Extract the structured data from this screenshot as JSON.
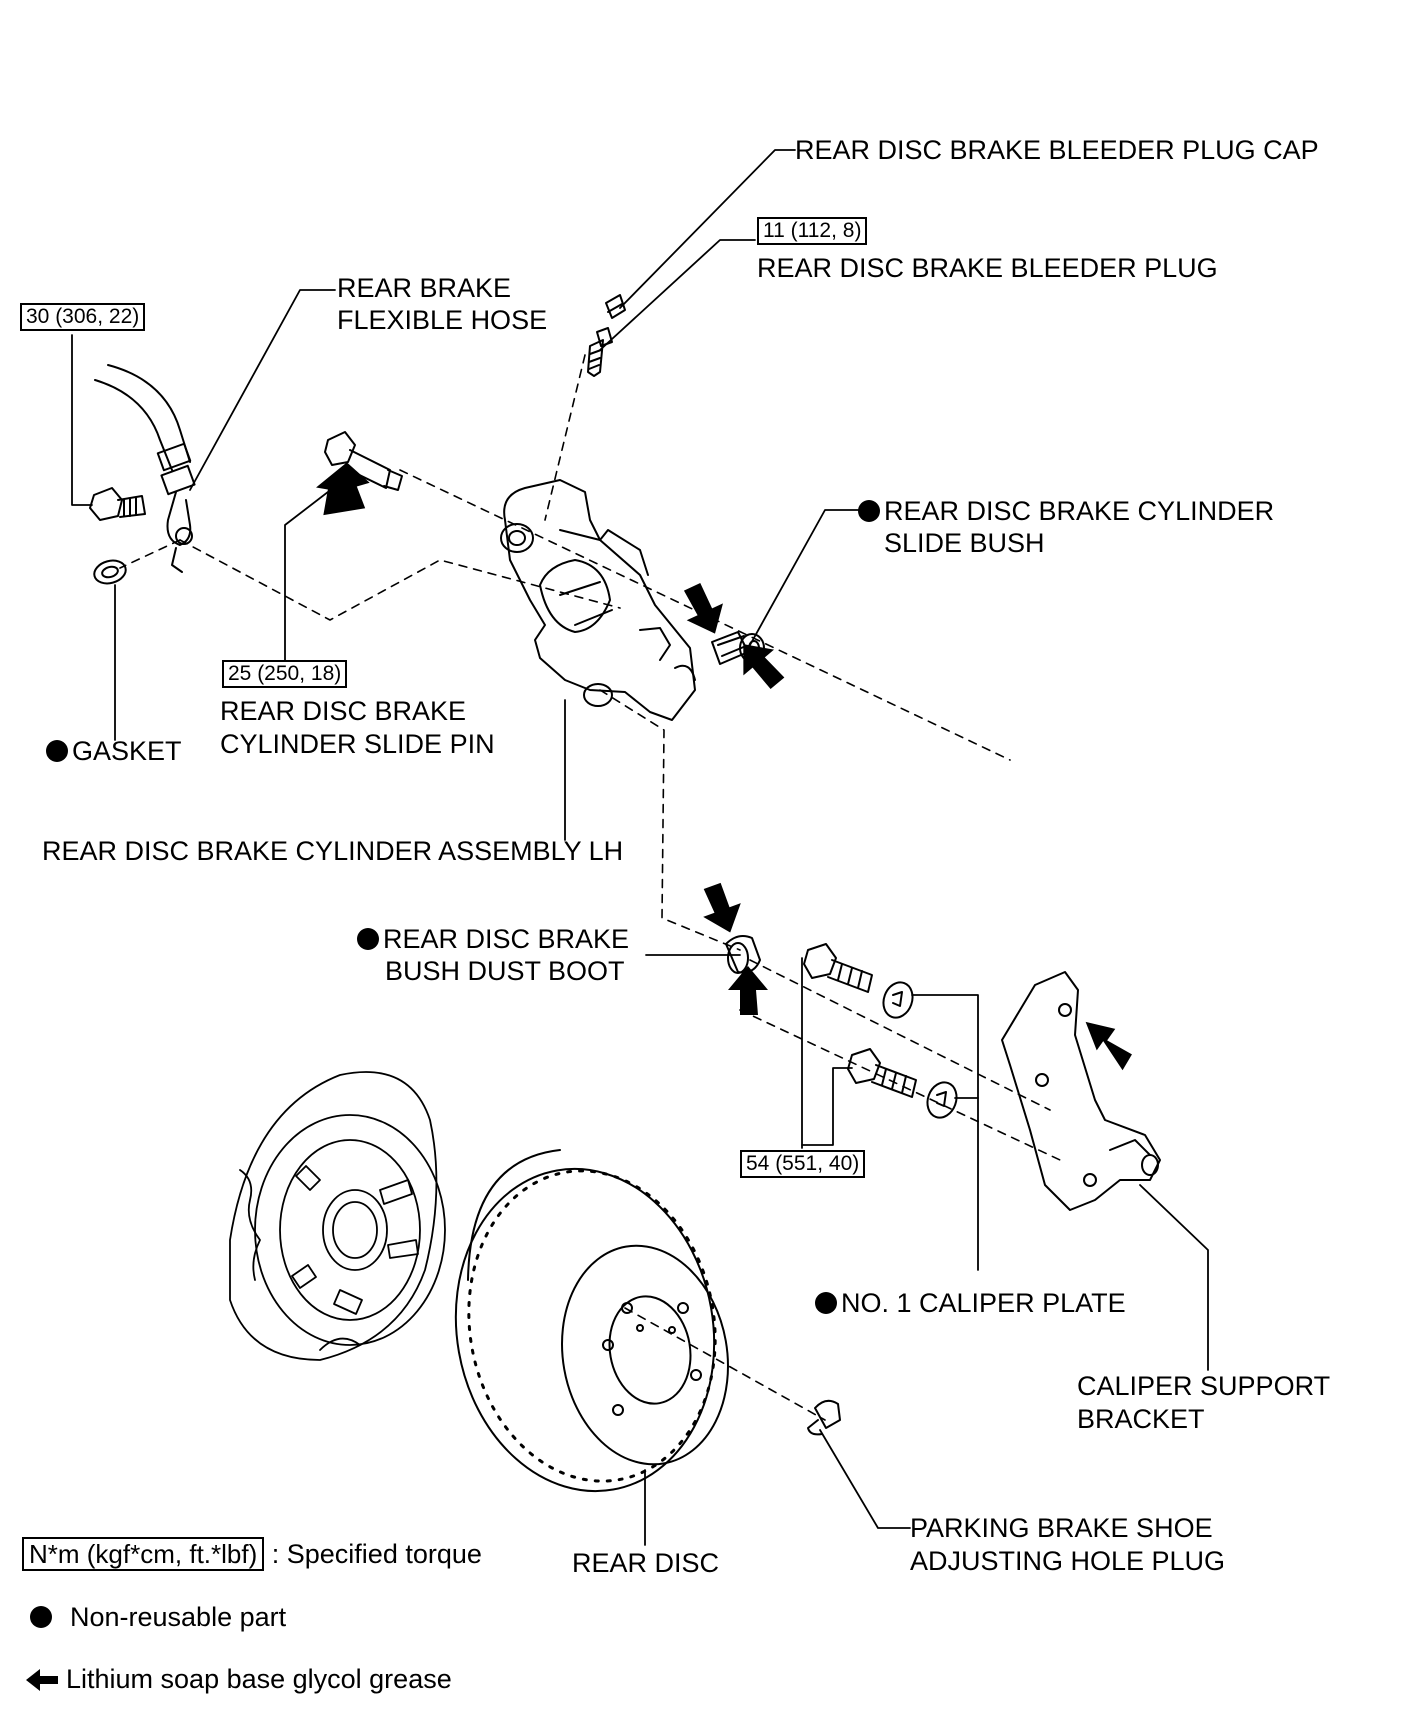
{
  "labels": {
    "bleeder_plug_cap": "REAR DISC BRAKE BLEEDER PLUG CAP",
    "bleeder_plug": "REAR DISC BRAKE BLEEDER PLUG",
    "flexible_hose_line1": "REAR BRAKE",
    "flexible_hose_line2": "FLEXIBLE HOSE",
    "slide_bush_line1": "REAR DISC BRAKE CYLINDER",
    "slide_bush_line2": "SLIDE BUSH",
    "slide_pin_line1": "REAR DISC BRAKE",
    "slide_pin_line2": "CYLINDER SLIDE PIN",
    "gasket": "GASKET",
    "cylinder_assembly": "REAR DISC BRAKE CYLINDER ASSEMBLY LH",
    "dust_boot_line1": "REAR DISC BRAKE",
    "dust_boot_line2": "BUSH DUST BOOT",
    "caliper_plate": "NO. 1 CALIPER PLATE",
    "support_bracket_line1": "CALIPER SUPPORT",
    "support_bracket_line2": "BRACKET",
    "hole_plug_line1": "PARKING BRAKE SHOE",
    "hole_plug_line2": "ADJUSTING HOLE PLUG",
    "rear_disc": "REAR DISC"
  },
  "torques": {
    "bleeder_plug": "11 (112, 8)",
    "hose_bolt": "30 (306, 22)",
    "slide_pin": "25 (250, 18)",
    "bracket_bolts": "54 (551, 40)"
  },
  "legend": {
    "torque_unit": "N*m (kgf*cm, ft.*lbf)",
    "torque_text": ": Specified torque",
    "non_reusable": "Non-reusable part",
    "grease": "Lithium soap base glycol grease"
  },
  "colors": {
    "ink": "#000000",
    "paper": "#ffffff"
  }
}
